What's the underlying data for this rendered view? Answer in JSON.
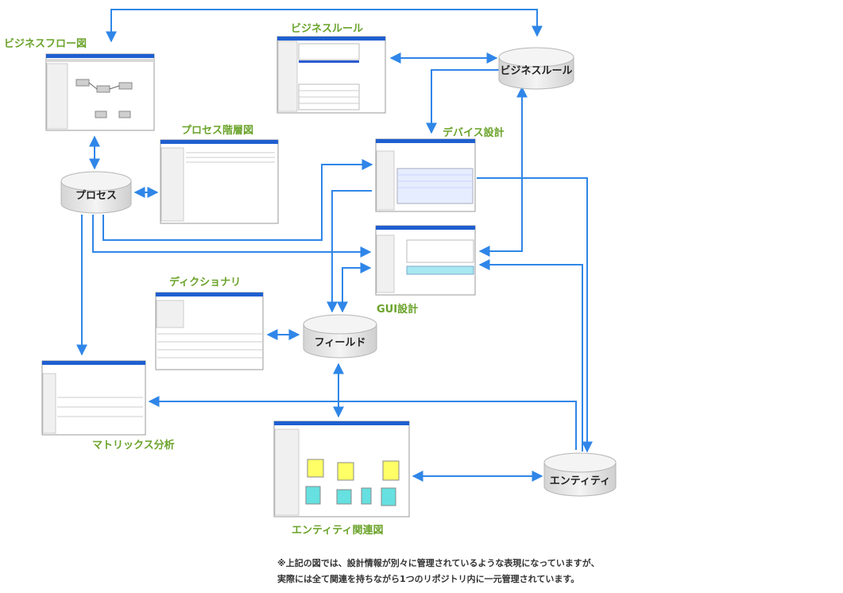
{
  "colors": {
    "arrow": "#2f86e8",
    "label": "#6aa32a",
    "db_fill_top": "#f2f2f2",
    "db_fill_body": "#e6e6e6",
    "db_text": "#222222",
    "window_title": "#1f5fd0",
    "window_bg": "#ffffff"
  },
  "databases": {
    "process": "プロセス",
    "business_rule": "ビジネスルール",
    "field": "フィールド",
    "entity": "エンティティ"
  },
  "screens": {
    "business_flow": "ビジネスフロー図",
    "business_rule": "ビジネスルール",
    "process_hierarchy": "プロセス階層図",
    "device_design": "デバイス設計",
    "gui_design": "GUI設計",
    "dictionary": "ディクショナリ",
    "matrix_analysis": "マトリックス分析",
    "entity_relationship": "エンティティ関連図"
  },
  "note": {
    "line1": "※上記の図では、設計情報が別々に管理されているような表現になっていますが、",
    "line2": "実際には全て関連を持ちながら1つのリポジトリ内に一元管理されています。"
  }
}
